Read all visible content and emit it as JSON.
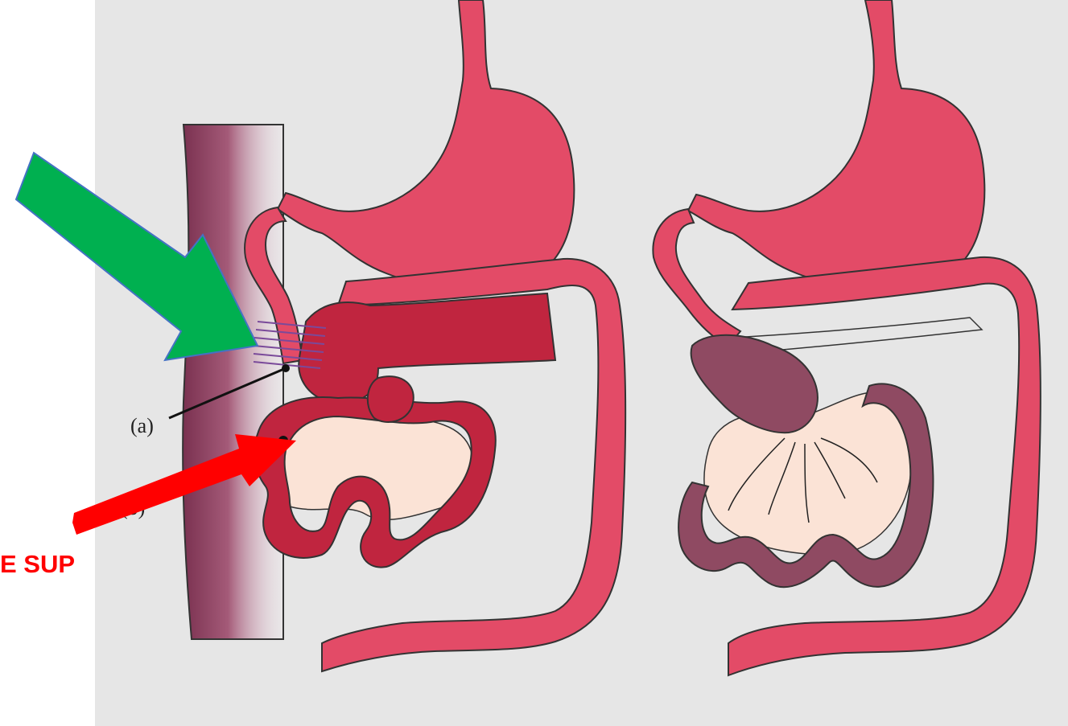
{
  "figure": {
    "background_color": "#e6e6e6",
    "bowel_color": "#e34b67",
    "stenosis_color": "#c0253f",
    "volvulus_color": "#8f4a62",
    "mesentery_color": "#fbe3d6",
    "ladd_band_color": "#a07ab6",
    "vertebral_color": "#8a3e5a"
  },
  "labels": {
    "a": "(a)",
    "b": "(b)"
  },
  "annotations": {
    "red_arrow_text": "E SUP",
    "red_arrow_color": "#ff0000",
    "green_arrow_color": "#00b050",
    "green_arrow_outline": "#4472c4"
  }
}
